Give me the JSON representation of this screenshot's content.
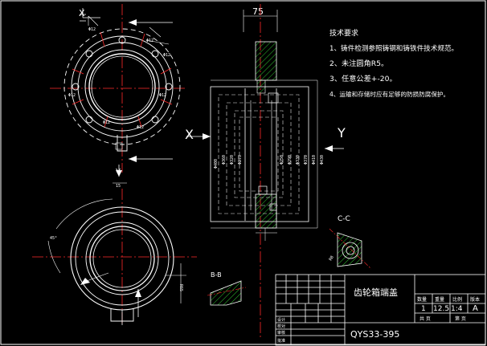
{
  "colors": {
    "background": "#000000",
    "outline": "#ffffff",
    "centerline": "#ff2a2a",
    "hatch": "#2fbf2f",
    "hidden": "#e8e8e8",
    "dimension": "#ffffff"
  },
  "views": {
    "x_label": "X",
    "y_label": "Y",
    "bb_label": "B-B",
    "cc_label": "C-C",
    "top_dimension": "75",
    "side_dimension": "15"
  },
  "tech_requirements": {
    "heading": "技术要求",
    "items": [
      "1、铸件检测参照铸钢和铸铁件技术规范。",
      "2、未注圆角R5。",
      "3、任意公差+-20。",
      "4、运输和存储时应有足够的防损防腐保护。"
    ]
  },
  "title_block": {
    "part_name": "齿轮箱端盖",
    "drawing_number": "QYS33-395",
    "header_labels": [
      "数量",
      "重量",
      "比例",
      "版本"
    ],
    "values": [
      "1",
      "12.5",
      "1:4",
      "A"
    ],
    "footer_labels": [
      "共 页",
      "第 页"
    ],
    "left_labels": [
      "设计",
      "校对",
      "审核",
      "批准"
    ]
  }
}
